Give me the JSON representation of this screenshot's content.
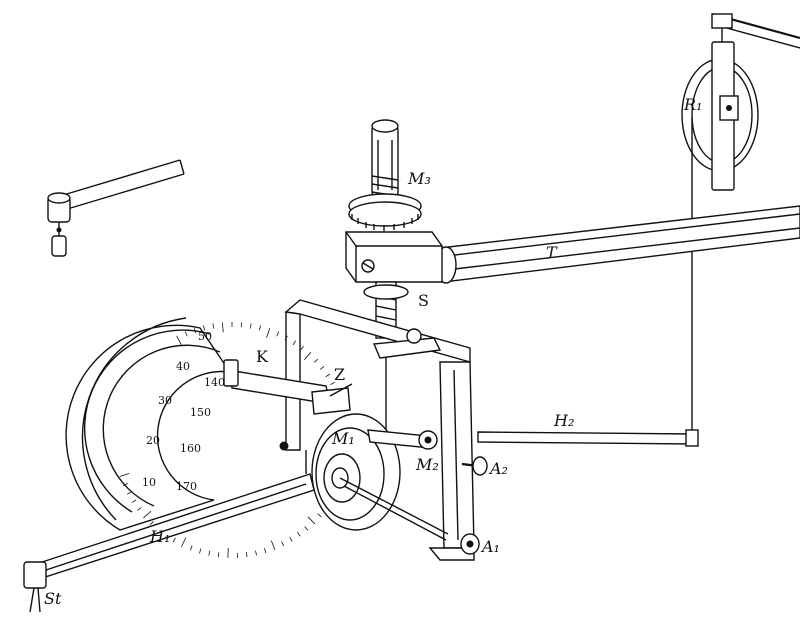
{
  "labels": {
    "R1": "R₁",
    "M3": "M₃",
    "T": "T",
    "S": "S",
    "K": "K",
    "Z": "Z",
    "M1": "M₁",
    "M2": "M₂",
    "H2": "H₂",
    "A2": "A₂",
    "A1": "A₁",
    "H1": "H₁",
    "St": "St"
  },
  "scale_outer": [
    "10",
    "20",
    "30",
    "40",
    "50"
  ],
  "scale_inner": [
    "170",
    "160",
    "150",
    "140"
  ]
}
